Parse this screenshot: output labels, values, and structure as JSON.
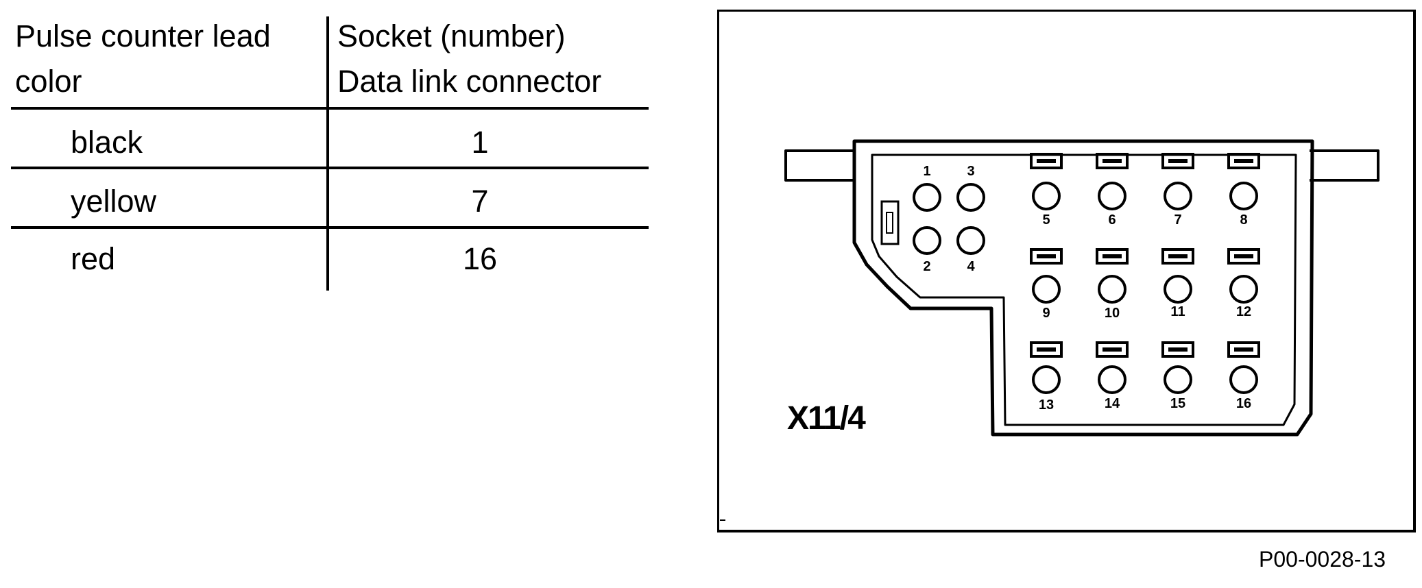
{
  "table": {
    "header_col1_line1": "Pulse counter lead",
    "header_col1_line2": "color",
    "header_col2_line1": "Socket (number)",
    "header_col2_line2": "Data link connector",
    "rows": [
      {
        "color": "black",
        "socket": "1"
      },
      {
        "color": "yellow",
        "socket": "7"
      },
      {
        "color": "red",
        "socket": "16"
      }
    ]
  },
  "diagram": {
    "connector_label": "X11/4",
    "pins": [
      "1",
      "2",
      "3",
      "4",
      "5",
      "6",
      "7",
      "8",
      "9",
      "10",
      "11",
      "12",
      "13",
      "14",
      "15",
      "16"
    ]
  },
  "figure_code": "P00-0028-13"
}
